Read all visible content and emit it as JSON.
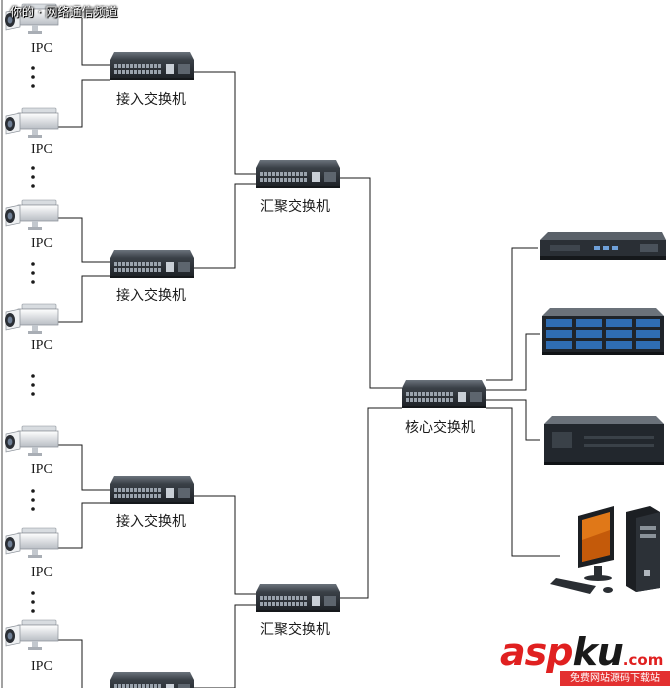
{
  "watermark_top": "你的 · 网络通信频道",
  "labels": {
    "ipc": "IPC",
    "access_switch": "接入交换机",
    "aggregation_switch": "汇聚交换机",
    "core_switch": "核心交换机"
  },
  "logo": {
    "asp": "asp",
    "ku": "ku",
    "com": ".com",
    "subtitle": "免费网站源码下载站"
  },
  "colors": {
    "line": "#1a1a1a",
    "device_dark": "#2b3036",
    "logo_red": "#e02020"
  }
}
